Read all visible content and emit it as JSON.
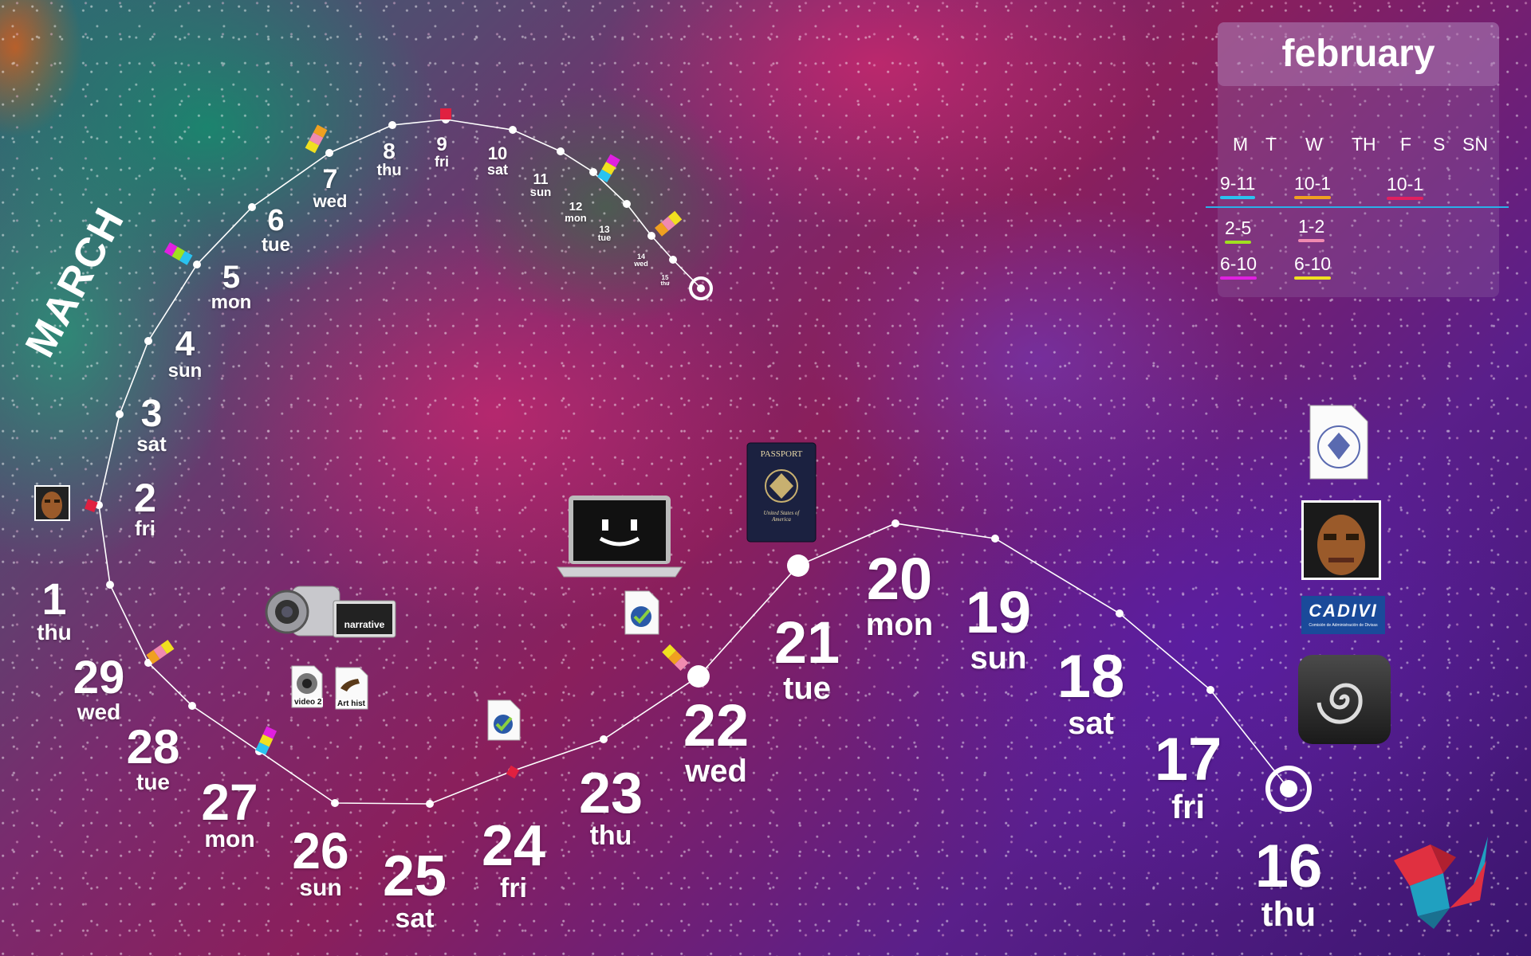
{
  "calendar": {
    "month": "february",
    "weekdays": [
      "M",
      "T",
      "W",
      "TH",
      "F",
      "S",
      "SN"
    ],
    "events": [
      {
        "label": "9-11",
        "color": "#2ac3f0"
      },
      {
        "label": "10-1",
        "color": "#f0a020"
      },
      {
        "label": "10-1",
        "color": "#e02060"
      },
      {
        "label": "2-5",
        "color": "#a0e020"
      },
      {
        "label": "1-2",
        "color": "#f08ab0"
      },
      {
        "label": "6-10",
        "color": "#e020e0"
      },
      {
        "label": "6-10",
        "color": "#f0e020"
      }
    ]
  },
  "track": {
    "month_label": "MARCH",
    "days": [
      {
        "num": "16",
        "dow": "thu"
      },
      {
        "num": "17",
        "dow": "fri"
      },
      {
        "num": "18",
        "dow": "sat"
      },
      {
        "num": "19",
        "dow": "sun"
      },
      {
        "num": "20",
        "dow": "mon"
      },
      {
        "num": "21",
        "dow": "tue"
      },
      {
        "num": "22",
        "dow": "wed"
      },
      {
        "num": "23",
        "dow": "thu"
      },
      {
        "num": "24",
        "dow": "fri"
      },
      {
        "num": "25",
        "dow": "sat"
      },
      {
        "num": "26",
        "dow": "sun"
      },
      {
        "num": "27",
        "dow": "mon"
      },
      {
        "num": "28",
        "dow": "tue"
      },
      {
        "num": "29",
        "dow": "wed"
      },
      {
        "num": "1",
        "dow": "thu"
      },
      {
        "num": "2",
        "dow": "fri"
      },
      {
        "num": "3",
        "dow": "sat"
      },
      {
        "num": "4",
        "dow": "sun"
      },
      {
        "num": "5",
        "dow": "mon"
      },
      {
        "num": "6",
        "dow": "tue"
      },
      {
        "num": "7",
        "dow": "wed"
      },
      {
        "num": "8",
        "dow": "thu"
      },
      {
        "num": "9",
        "dow": "fri"
      },
      {
        "num": "10",
        "dow": "sat"
      },
      {
        "num": "11",
        "dow": "sun"
      },
      {
        "num": "12",
        "dow": "mon"
      },
      {
        "num": "13",
        "dow": "tue"
      },
      {
        "num": "14",
        "dow": "wed"
      },
      {
        "num": "15",
        "dow": "thu"
      }
    ]
  },
  "desktop": {
    "camera_label": "narrative",
    "file_video": "video 2",
    "file_art": "Art hist",
    "passport_title": "PASSPORT",
    "passport_sub": "United States of America",
    "cadivi_label": "CADIVI",
    "cadivi_sub": "Comisión de Administración de Divisas"
  },
  "icons": {
    "camera": "camcorder-icon",
    "laptop": "laptop-icon",
    "passport": "passport-icon",
    "doc": "document-icon",
    "cadivi": "cadivi-logo-icon",
    "spiral": "spiral-app-icon",
    "avatar": "avatar-icon",
    "porygon": "porygon-icon",
    "seal": "seal-document-icon"
  }
}
